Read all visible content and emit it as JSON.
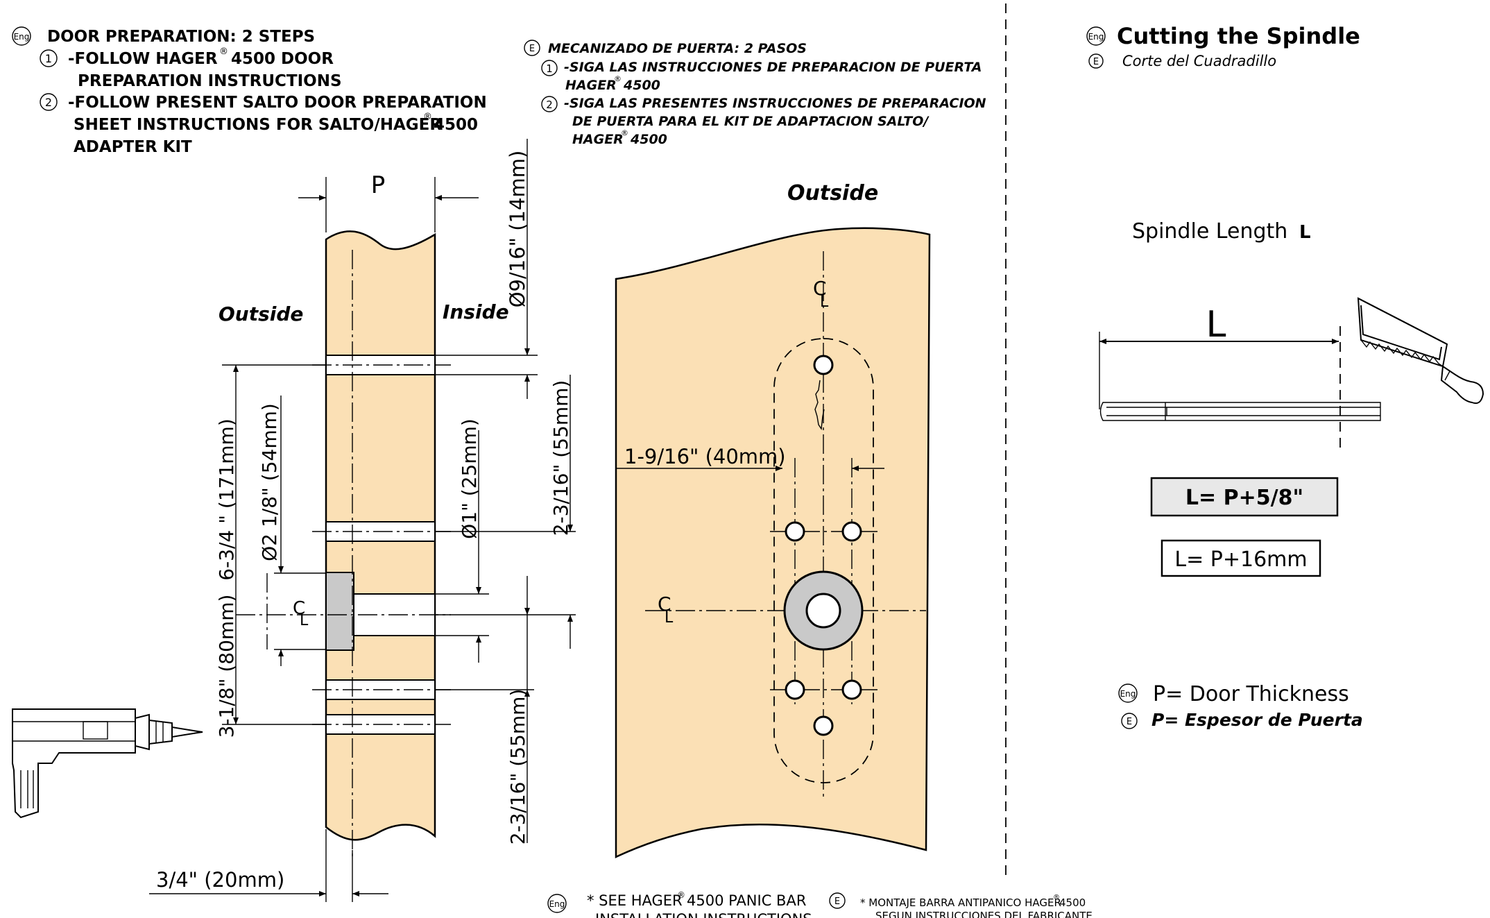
{
  "english_instructions": {
    "badge": "Eng",
    "title": "DOOR PREPARATION: 2 STEPS",
    "step1_num": "1",
    "step1_line1": "-FOLLOW HAGER",
    "step1_reg": "®",
    "step1_line1b": "4500 DOOR",
    "step1_line2": "PREPARATION INSTRUCTIONS",
    "step2_num": "2",
    "step2_line1": "-FOLLOW PRESENT SALTO DOOR PREPARATION",
    "step2_line2": "SHEET INSTRUCTIONS FOR SALTO/HAGER",
    "step2_reg": "®",
    "step2_line2b": "4500",
    "step2_line3": "ADAPTER KIT"
  },
  "spanish_instructions": {
    "badge": "E",
    "title": "MECANIZADO DE PUERTA: 2 PASOS",
    "step1_num": "1",
    "step1_line1": "-SIGA LAS INSTRUCCIONES DE PREPARACION DE PUERTA",
    "step1_line2": "HAGER",
    "step1_reg": "®",
    "step1_line2b": "4500",
    "step2_num": "2",
    "step2_line1": "-SIGA LAS PRESENTES INSTRUCCIONES DE PREPARACION",
    "step2_line2": "DE PUERTA PARA EL KIT DE ADAPTACION SALTO/",
    "step2_line3": "HAGER",
    "step2_reg": "®",
    "step2_line3b": "4500"
  },
  "section_view": {
    "thickness_label": "P",
    "outside_label": "Outside",
    "inside_label": "Inside",
    "dim_top_hole_dia": "Ø9/16\" (14mm)",
    "dim_171": "6-3/4 \" (171mm)",
    "dim_54": "Ø2 1/8\" (54mm)",
    "dim_25": "Ø1\" (25mm)",
    "dim_55_upper": "2-3/16\" (55mm)",
    "dim_80": "3-1/8\" (80mm)",
    "dim_55_lower": "2-3/16\" (55mm)",
    "dim_20": "3/4\" (20mm)",
    "centerline_c": "C",
    "centerline_l": "L"
  },
  "face_view": {
    "outside_label": "Outside",
    "dim_40": "1-9/16\" (40mm)",
    "centerline_c": "C",
    "centerline_l": "L"
  },
  "spindle": {
    "badge": "Eng",
    "title": "Cutting the Spindle",
    "badge_es": "E",
    "subtitle_es": "Corte del Cuadradillo",
    "length_label": "Spindle Length",
    "length_symbol": "L",
    "dim_symbol": "L",
    "formula_imperial": "L= P+5/8\"",
    "formula_metric": "L= P+16mm"
  },
  "legend": {
    "badge": "Eng",
    "p_definition": "P= Door Thickness",
    "badge_es": "E",
    "p_definition_es": "P= Espesor de Puerta"
  },
  "footer": {
    "badge": "Eng",
    "note_line1_a": "* SEE HAGER",
    "note_reg": "®",
    "note_line1_b": "4500 PANIC BAR",
    "note_line2": "INSTALLATION INSTRUCTIONS",
    "badge_es": "E",
    "note_es_line1_a": "* MONTAJE BARRA ANTIPANICO HAGER",
    "note_es_reg": "®",
    "note_es_line1_b": "4500",
    "note_es_line2": "SEGUN INSTRUCCIONES DEL FABRICANTE"
  }
}
